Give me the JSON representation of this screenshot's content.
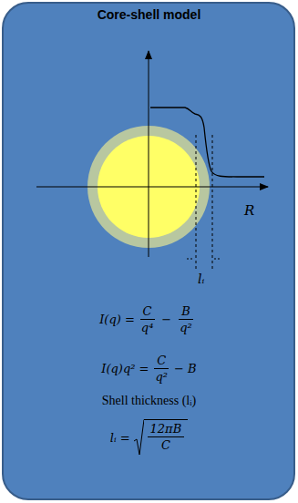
{
  "diagram": {
    "title": "Core-shell model",
    "labels": [
      "R",
      "lᵢ",
      "I(q) =",
      "C",
      "q⁴",
      "−",
      "B",
      "q²",
      "I(q)q² =",
      "C",
      "q²",
      "− B",
      "Shell thickness (lᵢ)",
      "lᵢ =",
      "12πB",
      "C"
    ]
  }
}
